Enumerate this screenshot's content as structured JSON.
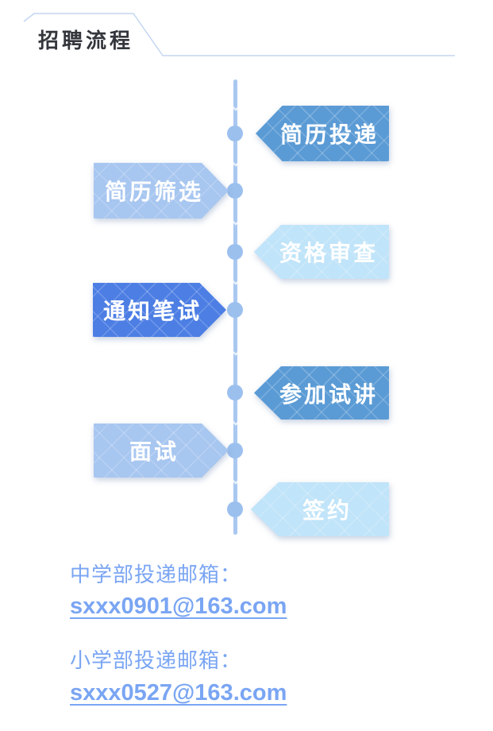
{
  "header": {
    "title": "招聘流程"
  },
  "steps": [
    {
      "label": "简历投递",
      "side": "right",
      "color": "#5b9bd5"
    },
    {
      "label": "简历筛选",
      "side": "left",
      "color": "#a7c6f0"
    },
    {
      "label": "资格审查",
      "side": "right",
      "color": "#c0e4f9"
    },
    {
      "label": "通知笔试",
      "side": "left",
      "color": "#4c7ee4"
    },
    {
      "label": "参加试讲",
      "side": "right",
      "color": "#5b9bd5"
    },
    {
      "label": "面试",
      "side": "left",
      "color": "#a7c6f0"
    },
    {
      "label": "签约",
      "side": "right",
      "color": "#c0e4f9"
    }
  ],
  "contacts": [
    {
      "label": "中学部投递邮箱：",
      "email": "sxxx0901@163.com"
    },
    {
      "label": "小学部投递邮箱：",
      "email": "sxxx0527@163.com"
    }
  ],
  "colors": {
    "title_text": "#33363c",
    "header_line": "#c3d6f2",
    "timeline_line": "#a9c8f1",
    "timeline_dot": "#9cc0ee",
    "banner_text": "#ffffff",
    "contact_text": "#7aa5f3"
  }
}
